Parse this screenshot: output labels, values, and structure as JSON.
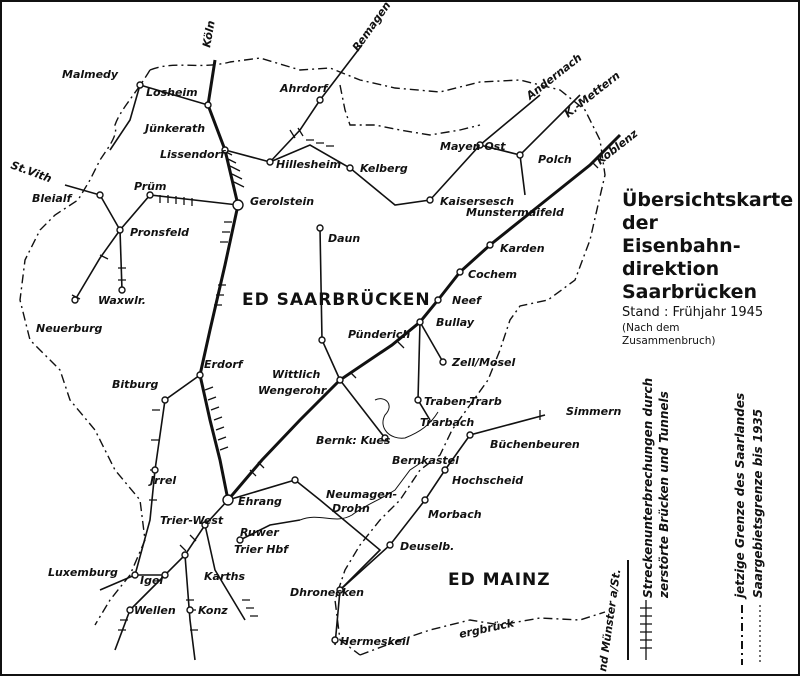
{
  "title_lines": [
    "Übersichtskarte",
    "der",
    "Eisenbahn-",
    "direktion",
    "Saarbrücken"
  ],
  "stand": "Stand : Frühjahr 1945",
  "note_lines": [
    "(Nach dem",
    "Zusammenbruch)"
  ],
  "regions": {
    "saarbruecken": "ED SAARBRÜCKEN",
    "mainz": "ED MAINZ"
  },
  "legend": {
    "breaks_line1": "Streckenunterbrechungen durch",
    "breaks_line2": "zerstörte Brücken und Tunnels",
    "border_line1": "jetzige Grenze des Saarlandes",
    "border_line2": "Saargebietsgrenze bis 1935"
  },
  "places": {
    "koeln": "Köln",
    "remagen": "Remagen",
    "malmedy": "Malmedy",
    "losheim": "Losheim",
    "ahrdorf": "Ahrdorf",
    "andernach": "Andernach",
    "k_mettern": "K.-Mettern",
    "junkerath": "Jünkerath",
    "lissendorf": "Lissendorf",
    "hillesheim": "Hillesheim",
    "kelberg": "Kelberg",
    "mayen_ost": "Mayen Ost",
    "polch": "Polch",
    "koblenz": "Koblenz",
    "st_vith": "St.Vith",
    "pruem": "Prüm",
    "gerolstein": "Gerolstein",
    "kaisersesch": "Kaisersesch",
    "bleialf": "Bleialf",
    "pronsfeld": "Pronsfeld",
    "muenstermaifeld": "Munstermaifeld",
    "daun": "Daun",
    "karden": "Karden",
    "cochem": "Cochem",
    "waxwlr": "Waxwlr.",
    "neuerburg": "Neuerburg",
    "neef": "Neef",
    "puenderich": "Pünderich",
    "bullay": "Bullay",
    "erdorf": "Erdorf",
    "zell_mosel": "Zell/Mosel",
    "wittlich": "Wittlich",
    "wengerohr": "Wengerohr",
    "bitburg": "Bitburg",
    "traben_trarb": "Traben-Trarb",
    "trarbach": "Trarbach",
    "simmern": "Simmern",
    "bernk_kues": "Bernk: Kues",
    "buechenbeuren": "Büchenbeuren",
    "bernkastel": "Bernkastel",
    "jrrel": "Jrrel",
    "hochscheid": "Hochscheid",
    "ehrang": "Ehrang",
    "neumagen_drohn": "Neumagen-",
    "drohn": "Drohn",
    "morbach": "Morbach",
    "trier_west": "Trier-West",
    "ruwer": "Ruwer",
    "trier_hbf": "Trier Hbf",
    "deuselb": "Deuselb.",
    "luxemburg": "Luxemburg",
    "igel": "Igel",
    "karthaus": "Karths",
    "dhronecken": "Dhronecken",
    "wellen": "Wellen",
    "konz": "Konz",
    "hermeskeil": "Hermeskeil",
    "tuerkismuehle": "ergbrück",
    "muenster_am_stein": "nd Münster a/St."
  }
}
